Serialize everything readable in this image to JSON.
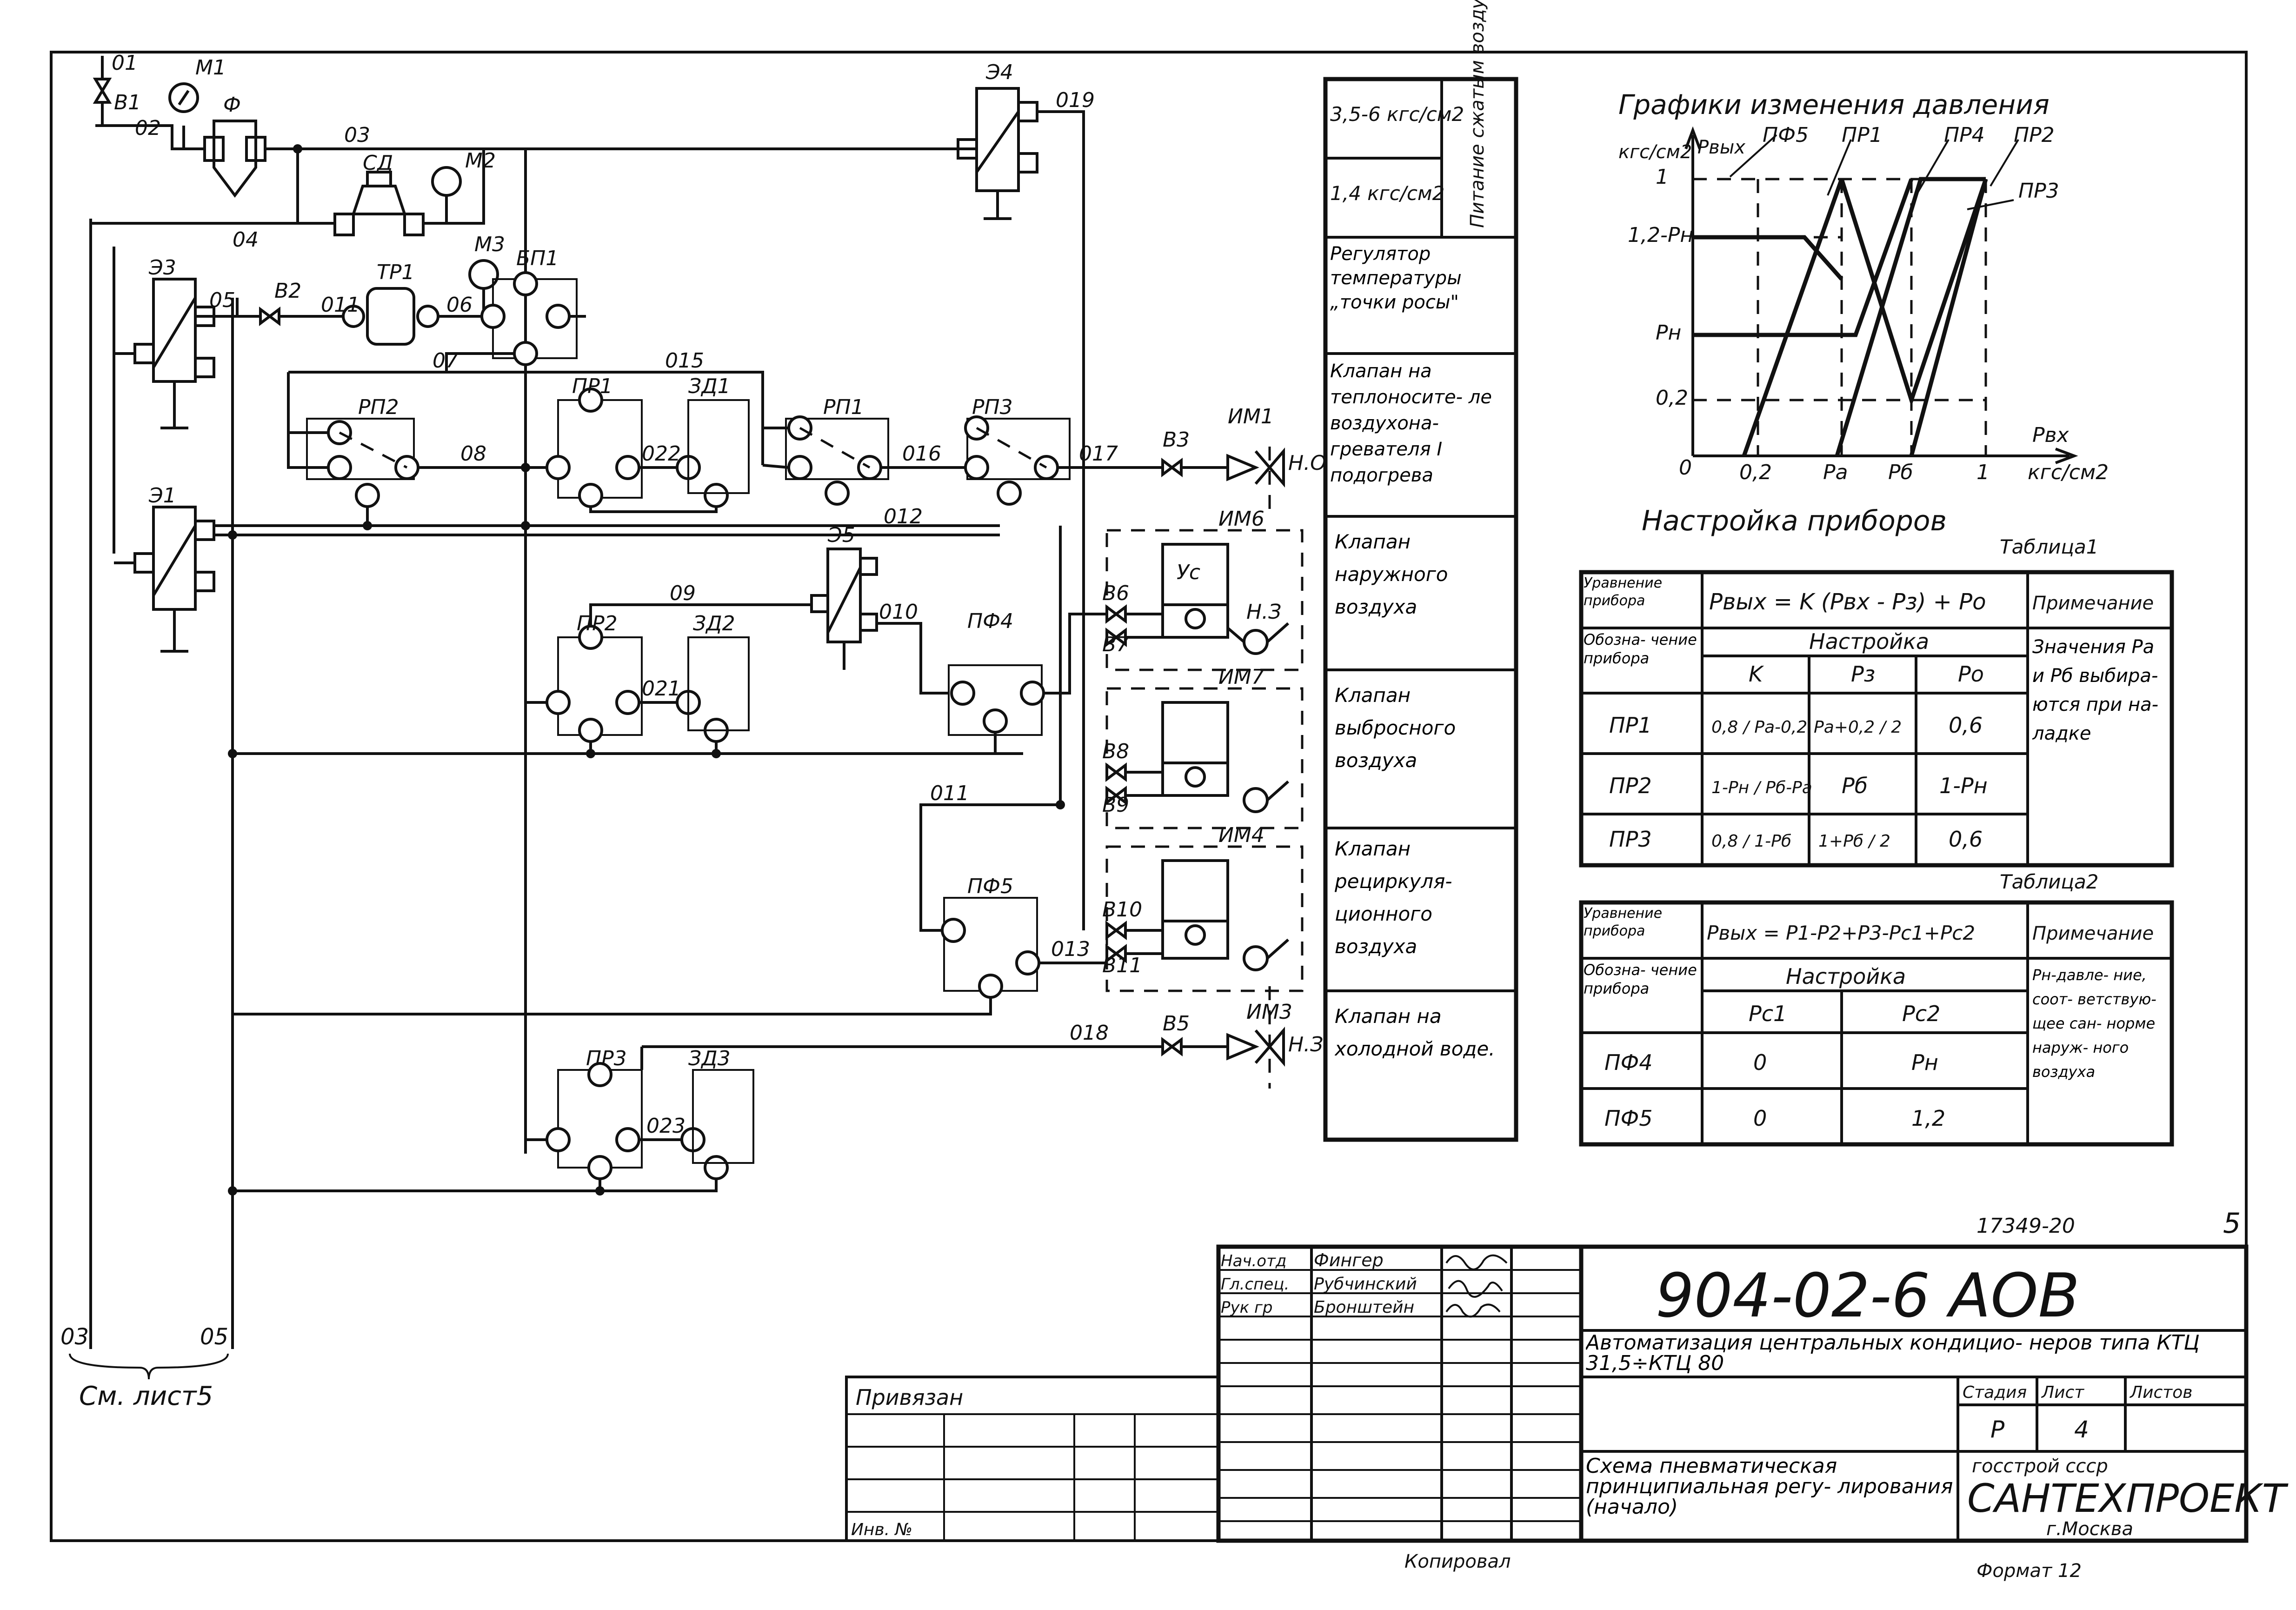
{
  "sheet": {
    "corner_number": "5",
    "doc_number": "17349-20",
    "designation": "904-02-6 АОВ",
    "title": "Автоматизация центральных кондицио- неров типа КТЦ 31,5÷КТЦ 80",
    "subtitle": "Схема пневматическая принципиальная регу- лирования (начало)",
    "org_top": "госстрой ссср",
    "org_name": "САНТЕХПРОЕКТ",
    "org_city": "г.Москва",
    "format": "Формат 12",
    "copied": "Копировал",
    "bound": "Привязан",
    "inv": "Инв. №",
    "stage_label": "Стадия",
    "sheet_label": "Лист",
    "sheets_label": "Листов",
    "stage": "Р",
    "sheet_no": "4",
    "signatures": [
      {
        "role": "Нач.отд",
        "name": "Фингер"
      },
      {
        "role": "Гл.спец.",
        "name": "Рубчинский"
      },
      {
        "role": "Рук гр",
        "name": "Бронштейн"
      }
    ]
  },
  "legend": [
    {
      "value": "3,5-6 кгс/см2",
      "value2": "1,4 кгс/см2",
      "note": "Питание сжатым воздухом"
    },
    {
      "text": "Регулятор температуры „точки росы\""
    },
    {
      "text": "Клапан на теплоносите- ле воздухона- гревателя I подогрева"
    },
    {
      "text": "Клапан наружного воздуха"
    },
    {
      "text": "Клапан выбросного воздуха"
    },
    {
      "text": "Клапан рециркуля- ционного воздуха"
    },
    {
      "text": "Клапан на холодной воде."
    }
  ],
  "graph": {
    "title": "Графики изменения давления",
    "y_unit": "кгс/см2",
    "y_label": "Pвых",
    "x_label": "Pвх",
    "x_unit": "кгс/см2",
    "x_ticks": [
      "0",
      "0,2",
      "Pa",
      "Pб",
      "1"
    ],
    "y_ticks": [
      "1",
      "1,2-Pн",
      "Pн",
      "0,2"
    ],
    "series_labels": [
      "ПФ5",
      "ПР1",
      "ПР4",
      "ПР2",
      "ПР3"
    ]
  },
  "setup_title": "Настройка приборов",
  "table1": {
    "label": "Таблица1",
    "eq_label": "Уравнение прибора",
    "equation": "Pвых = K (Pвх - Pз) + Po",
    "note_header": "Примечание",
    "desig_header": "Обозна- чение прибора",
    "setup_header": "Настройка",
    "cols": [
      "K",
      "Pз",
      "Po"
    ],
    "rows": [
      {
        "name": "ПР1",
        "k": "0,8 / Pa-0,2",
        "pz": "Pa+0,2 / 2",
        "po": "0,6"
      },
      {
        "name": "ПР2",
        "k": "1-Pн / Pб-Pa",
        "pz": "Pб",
        "po": "1-Pн"
      },
      {
        "name": "ПР3",
        "k": "0,8 / 1-Pб",
        "pz": "1+Pб / 2",
        "po": "0,6"
      }
    ],
    "note": "Значения Pa и Pб выбира- ются при на- ладке"
  },
  "table2": {
    "label": "Таблица2",
    "eq_label": "Уравнение прибора",
    "equation": "Pвых = P1-P2+P3-Pc1+Pc2",
    "note_header": "Примечание",
    "desig_header": "Обозна- чение прибора",
    "setup_header": "Настройка",
    "cols": [
      "Pc1",
      "Pc2"
    ],
    "rows": [
      {
        "name": "ПФ4",
        "c1": "0",
        "c2": "Pн"
      },
      {
        "name": "ПФ5",
        "c1": "0",
        "c2": "1,2"
      }
    ],
    "note": "Pн-давле- ние, соот- ветствую- щее сан- норме наруж- ного воздуха"
  },
  "schema": {
    "labels": [
      "01",
      "В1",
      "02",
      "М1",
      "Ф",
      "03",
      "СД",
      "М2",
      "М3",
      "04",
      "Э3",
      "05",
      "В2",
      "011",
      "ТР1",
      "06",
      "БП1",
      "07",
      "Э1",
      "РП2",
      "015",
      "ПР1",
      "ЗД1",
      "РП1",
      "РП3",
      "016",
      "017",
      "В3",
      "ИМ1",
      "022",
      "08",
      "012",
      "Э4",
      "019",
      "Э5",
      "09",
      "ПР2",
      "ЗД2",
      "010",
      "021",
      "ПФ4",
      "ИМ6",
      "В6",
      "В7",
      "ИМ7",
      "В8",
      "В9",
      "011",
      "ПФ5",
      "ИМ4",
      "В10",
      "В11",
      "013",
      "018",
      "В5",
      "ИМ3",
      "ПР3",
      "ЗД3",
      "023",
      "Ус",
      "Н.З",
      "Н.О",
      "Н.З."
    ],
    "see_sheet": "См. лист5",
    "line_labels": [
      "03",
      "05"
    ]
  }
}
